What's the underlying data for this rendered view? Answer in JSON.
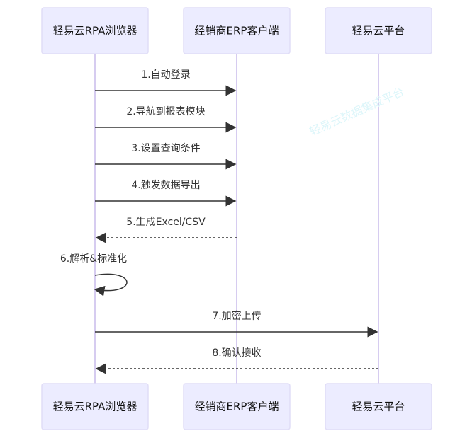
{
  "actors": [
    {
      "label": "轻易云RPA浏览器"
    },
    {
      "label": "经销商ERP客户端"
    },
    {
      "label": "轻易云平台"
    }
  ],
  "messages": [
    {
      "label": "1.自动登录",
      "from": 0,
      "to": 1,
      "style": "solid"
    },
    {
      "label": "2.导航到报表模块",
      "from": 0,
      "to": 1,
      "style": "solid"
    },
    {
      "label": "3.设置查询条件",
      "from": 0,
      "to": 1,
      "style": "solid"
    },
    {
      "label": "4.触发数据导出",
      "from": 0,
      "to": 1,
      "style": "solid"
    },
    {
      "label": "5.生成Excel/CSV",
      "from": 1,
      "to": 0,
      "style": "dashed"
    },
    {
      "label": "6.解析&标准化",
      "from": 0,
      "to": 0,
      "style": "solid"
    },
    {
      "label": "7.加密上传",
      "from": 0,
      "to": 2,
      "style": "solid"
    },
    {
      "label": "8.确认接收",
      "from": 2,
      "to": 0,
      "style": "dashed"
    }
  ],
  "watermark": "轻易云数据集成平台",
  "colors": {
    "actor_fill": "#ECECFF",
    "lifeline": "#D6CCF0",
    "arrow": "#333333"
  }
}
